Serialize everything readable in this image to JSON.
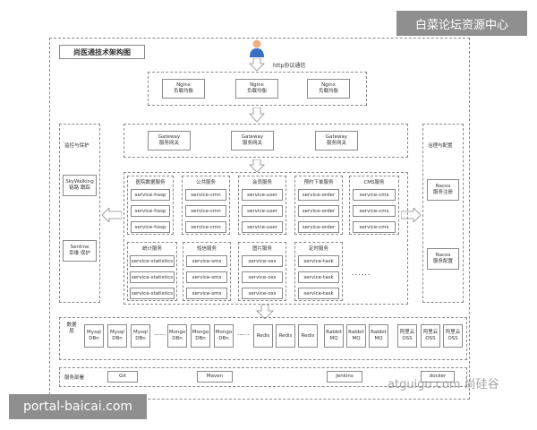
{
  "watermark_top": "白菜论坛资源中心",
  "watermark_bottom": "portal-baicai.com",
  "watermark_brand": "atguigu.com 尚硅谷",
  "diagram": {
    "title": "尚医通技术架构图",
    "client_protocol": "http协议通信",
    "nginx": [
      {
        "name": "Nginx",
        "desc": "负载均衡"
      },
      {
        "name": "Nginx",
        "desc": "负载均衡"
      },
      {
        "name": "Nginx",
        "desc": "负载均衡"
      }
    ],
    "gateway": [
      {
        "name": "Gateway",
        "desc": "服务网关"
      },
      {
        "name": "Gateway",
        "desc": "服务网关"
      },
      {
        "name": "Gateway",
        "desc": "服务网关"
      }
    ],
    "left_panel": {
      "title": "监控与保护",
      "items": [
        {
          "name": "SkyWalking",
          "desc": "链路 跟踪"
        },
        {
          "name": "Sentine",
          "desc": "幸维 保护"
        }
      ]
    },
    "right_panel": {
      "title": "治理与配置",
      "items": [
        {
          "name": "Nacos",
          "desc": "服务注册"
        },
        {
          "name": "Nacos",
          "desc": "服务配置"
        }
      ]
    },
    "service_groups_row1": [
      {
        "title": "医院数据服务",
        "items": [
          "service-hosp",
          "service-hosp",
          "service-hosp"
        ]
      },
      {
        "title": "公共服务",
        "items": [
          "service-cmn",
          "service-cmn",
          "service-cmn"
        ]
      },
      {
        "title": "会员服务",
        "items": [
          "service-user",
          "service-user",
          "service-user"
        ]
      },
      {
        "title": "预约下单服务",
        "items": [
          "service-order",
          "service-order",
          "service-order"
        ]
      },
      {
        "title": "CMS服务",
        "items": [
          "service-cms",
          "service-cms",
          "service-cms"
        ]
      }
    ],
    "service_groups_row2": [
      {
        "title": "统计服务",
        "items": [
          "service-statistics",
          "service-statistics",
          "service-statistics"
        ]
      },
      {
        "title": "短信服务",
        "items": [
          "service-sms",
          "service-sms",
          "service-sms"
        ]
      },
      {
        "title": "图片服务",
        "items": [
          "service-oss",
          "service-oss",
          "service-oss"
        ]
      },
      {
        "title": "定时服务",
        "items": [
          "service-task",
          "service-task",
          "service-task"
        ]
      }
    ],
    "ellipsis": "......",
    "data_layer": {
      "title": "数据层",
      "mysql": [
        "Mysql DBn",
        "Mysql DBn",
        "Mysql DBn"
      ],
      "mongo": [
        "Mongo DBn",
        "Mongo DBn",
        "Mongo DBn"
      ],
      "redis": [
        "Redis",
        "Redis",
        "Redis"
      ],
      "rabbit": [
        "Rabbit MQ",
        "Rabbit MQ",
        "Rabbit MQ"
      ],
      "oss": [
        "阿里云 OSS",
        "阿里云 OSS",
        "阿里云 OSS"
      ],
      "dots": "......"
    },
    "deploy": {
      "title": "服务部署",
      "items": [
        "Git",
        "Maven",
        "Jenkins",
        "docker"
      ]
    }
  }
}
